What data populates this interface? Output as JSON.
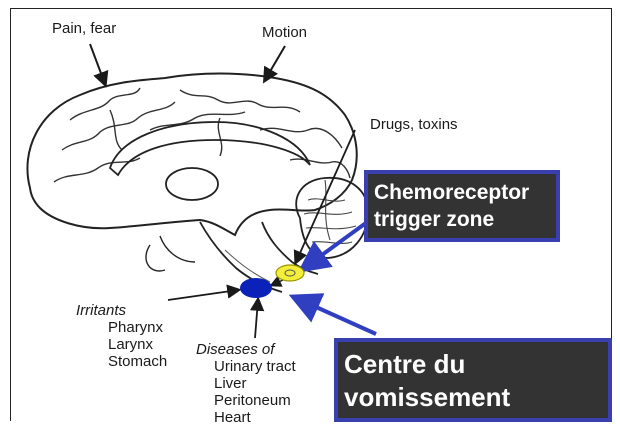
{
  "labels": {
    "pain_fear": "Pain, fear",
    "motion": "Motion",
    "drugs_toxins": "Drugs, toxins",
    "irritants": "Irritants",
    "irritant_items": [
      "Pharynx",
      "Larynx",
      "Stomach"
    ],
    "diseases_of": "Diseases of",
    "disease_items": [
      "Urinary tract",
      "Liver",
      "Peritoneum",
      "Heart"
    ]
  },
  "boxes": {
    "chemoreceptor_line1": "Chemoreceptor",
    "chemoreceptor_line2": "trigger zone",
    "centre_line1": "Centre du",
    "centre_line2": "vomissement"
  },
  "colors": {
    "box_fill": "#333333",
    "box_border": "#3a3fb0",
    "arrow_blue": "#2f3fc0",
    "ctz_yellow": "#f3ee3a",
    "vomiting_centre_blue": "#0b22b8"
  }
}
